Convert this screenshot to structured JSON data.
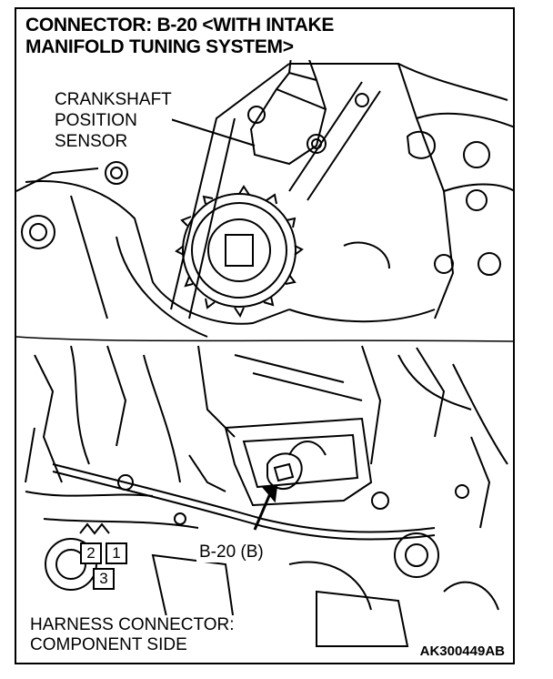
{
  "title": {
    "line1": "CONNECTOR: B-20 <WITH INTAKE",
    "line2": "MANIFOLD TUNING SYSTEM>"
  },
  "sensor_label": {
    "line1": "CRANKSHAFT",
    "line2": "POSITION",
    "line3": "SENSOR"
  },
  "connector_callout": "B-20 (B)",
  "connector_pins": [
    "2",
    "1",
    "3"
  ],
  "harness_label": {
    "line1": "HARNESS CONNECTOR:",
    "line2": "COMPONENT SIDE"
  },
  "figure_code": "AK300449AB"
}
